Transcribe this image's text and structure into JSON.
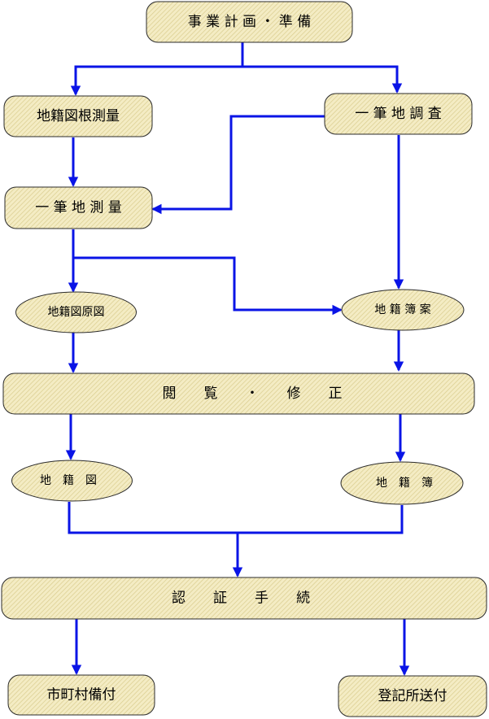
{
  "colors": {
    "node_fill": "#f4ecc4",
    "node_stripe": "#d9cc8e",
    "node_stroke": "#2b2b2b",
    "edge": "#0a14e6"
  },
  "nodes": {
    "plan": "事 業 計 画 ・ 準 備",
    "cadastral_base_survey": "地籍図根測量",
    "parcel_investigation": "一 筆 地 調 査",
    "parcel_survey": "一 筆 地 測 量",
    "draft_map": "地籍図原図",
    "draft_register": "地 籍 簿 案",
    "inspection_correction": "閲　　覧　　・　　修　　正",
    "cadastral_map": "地　籍　図",
    "cadastral_register": "地　籍　簿",
    "certification": "認　　証　　手　　続",
    "municipal_copy": "市町村備付",
    "registry_dispatch": "登記所送付"
  }
}
